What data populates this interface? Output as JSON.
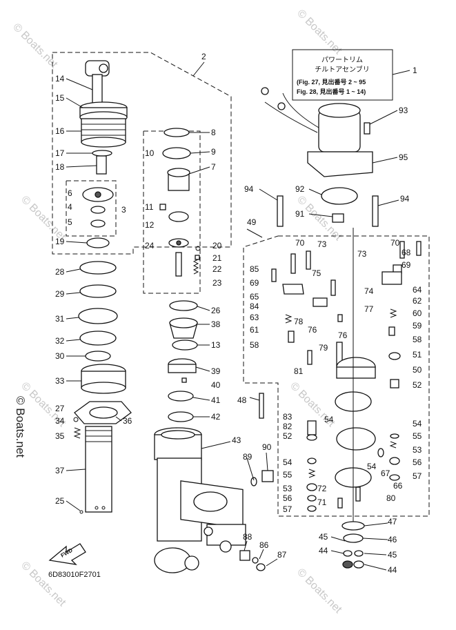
{
  "header_box": {
    "title_line1": "パワートリム",
    "title_line2": "チルトアセンブリ",
    "fig_line1": "(Fig. 27, 見出番号 2 ~ 95",
    "fig_line2": "Fig. 28, 見出番号 1 ~ 14)"
  },
  "diagram_code": "6D83010F2701",
  "fwd_label": "FWD",
  "watermarks": {
    "corner": "© Boats.net",
    "side": "© Boats.net"
  },
  "callouts": {
    "c1": "1",
    "c2": "2",
    "c3": "3",
    "c4": "4",
    "c5": "5",
    "c6": "6",
    "c7": "7",
    "c8": "8",
    "c9": "9",
    "c10": "10",
    "c11": "11",
    "c12": "12",
    "c13": "13",
    "c14": "14",
    "c15": "15",
    "c16": "16",
    "c17": "17",
    "c18": "18",
    "c19": "19",
    "c20": "20",
    "c21": "21",
    "c22": "22",
    "c23": "23",
    "c24": "24",
    "c25": "25",
    "c26": "26",
    "c27": "27",
    "c28": "28",
    "c29": "29",
    "c30": "30",
    "c31": "31",
    "c32": "32",
    "c33": "33",
    "c34": "34",
    "c35": "35",
    "c36": "36",
    "c37": "37",
    "c38": "38",
    "c39": "39",
    "c40": "40",
    "c41": "41",
    "c42": "42",
    "c43": "43",
    "c44a": "44",
    "c44b": "44",
    "c45a": "45",
    "c45b": "45",
    "c46": "46",
    "c47": "47",
    "c48": "48",
    "c49": "49",
    "c50": "50",
    "c51": "51",
    "c52a": "52",
    "c52b": "52",
    "c53a": "53",
    "c53b": "53",
    "c54a": "54",
    "c54b": "54",
    "c54c": "54",
    "c54d": "54",
    "c55a": "55",
    "c55b": "55",
    "c56a": "56",
    "c56b": "56",
    "c57a": "57",
    "c57b": "57",
    "c58a": "58",
    "c58b": "58",
    "c59": "59",
    "c60": "60",
    "c61": "61",
    "c62": "62",
    "c63": "63",
    "c64": "64",
    "c65": "65",
    "c66": "66",
    "c67": "67",
    "c68": "68",
    "c69a": "69",
    "c69b": "69",
    "c70a": "70",
    "c70b": "70",
    "c71": "71",
    "c72": "72",
    "c73a": "73",
    "c73b": "73",
    "c74": "74",
    "c75": "75",
    "c76a": "76",
    "c76b": "76",
    "c77": "77",
    "c78": "78",
    "c79": "79",
    "c80": "80",
    "c81": "81",
    "c82": "82",
    "c83": "83",
    "c84": "84",
    "c85": "85",
    "c86": "86",
    "c87": "87",
    "c88": "88",
    "c89": "89",
    "c90": "90",
    "c91": "91",
    "c92": "92",
    "c93": "93",
    "c94a": "94",
    "c94b": "94",
    "c95": "95"
  }
}
